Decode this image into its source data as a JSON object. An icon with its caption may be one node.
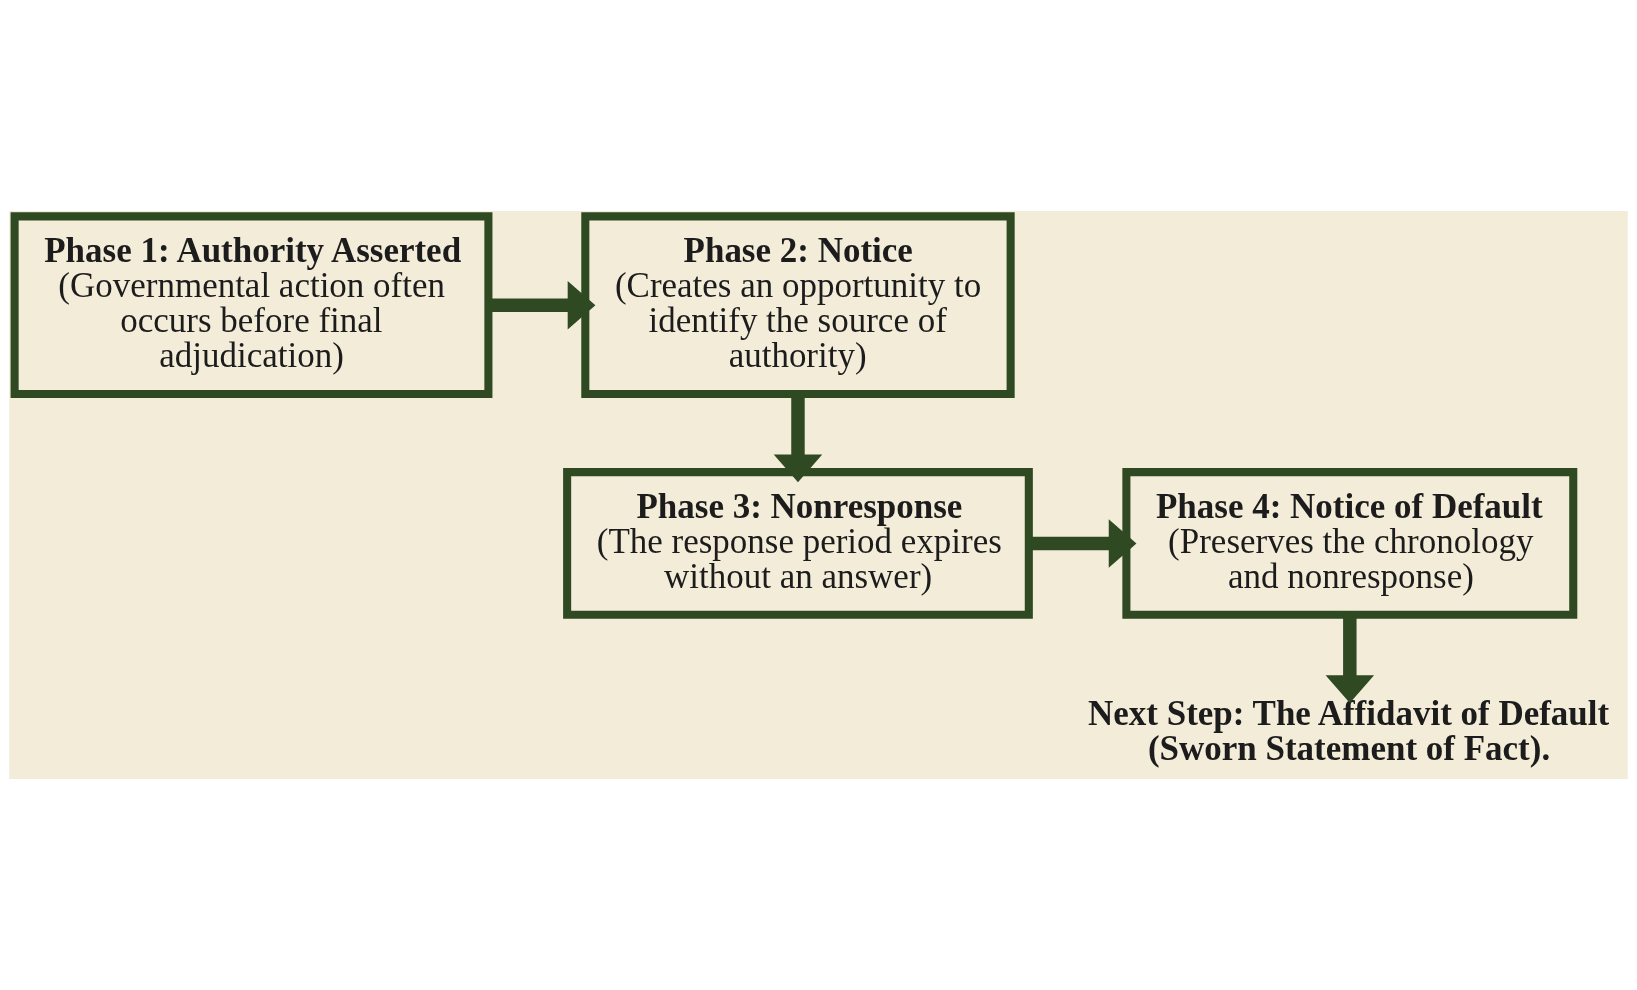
{
  "diagram": {
    "nodes": [
      {
        "text": [
          "Phase 1: Authority Asserted",
          "(Governmental action often occurs before final adjudication)"
        ]
      },
      {
        "text": [
          "Phase 2: Notice",
          "(Creates an opportunity to identify the source of authority)"
        ]
      },
      {
        "text": [
          "Phase 3: Nonresponse",
          "(The response period expires without an answer)"
        ]
      },
      {
        "text": [
          "Phase 4: Notice of Default",
          "(Preserves the chronology and nonresponse)"
        ]
      },
      {
        "text": [
          "Next Step: The Affidavit of Default",
          "(Sworn Statement of Fact)."
        ]
      }
    ],
    "edges": [
      {
        "from": 0,
        "to": 1,
        "arrow": "to"
      },
      {
        "from": 1,
        "to": 2,
        "arrow": "to"
      },
      {
        "from": 2,
        "to": 3,
        "arrow": "to"
      },
      {
        "from": 3,
        "to": 4,
        "arrow": "to"
      }
    ]
  }
}
